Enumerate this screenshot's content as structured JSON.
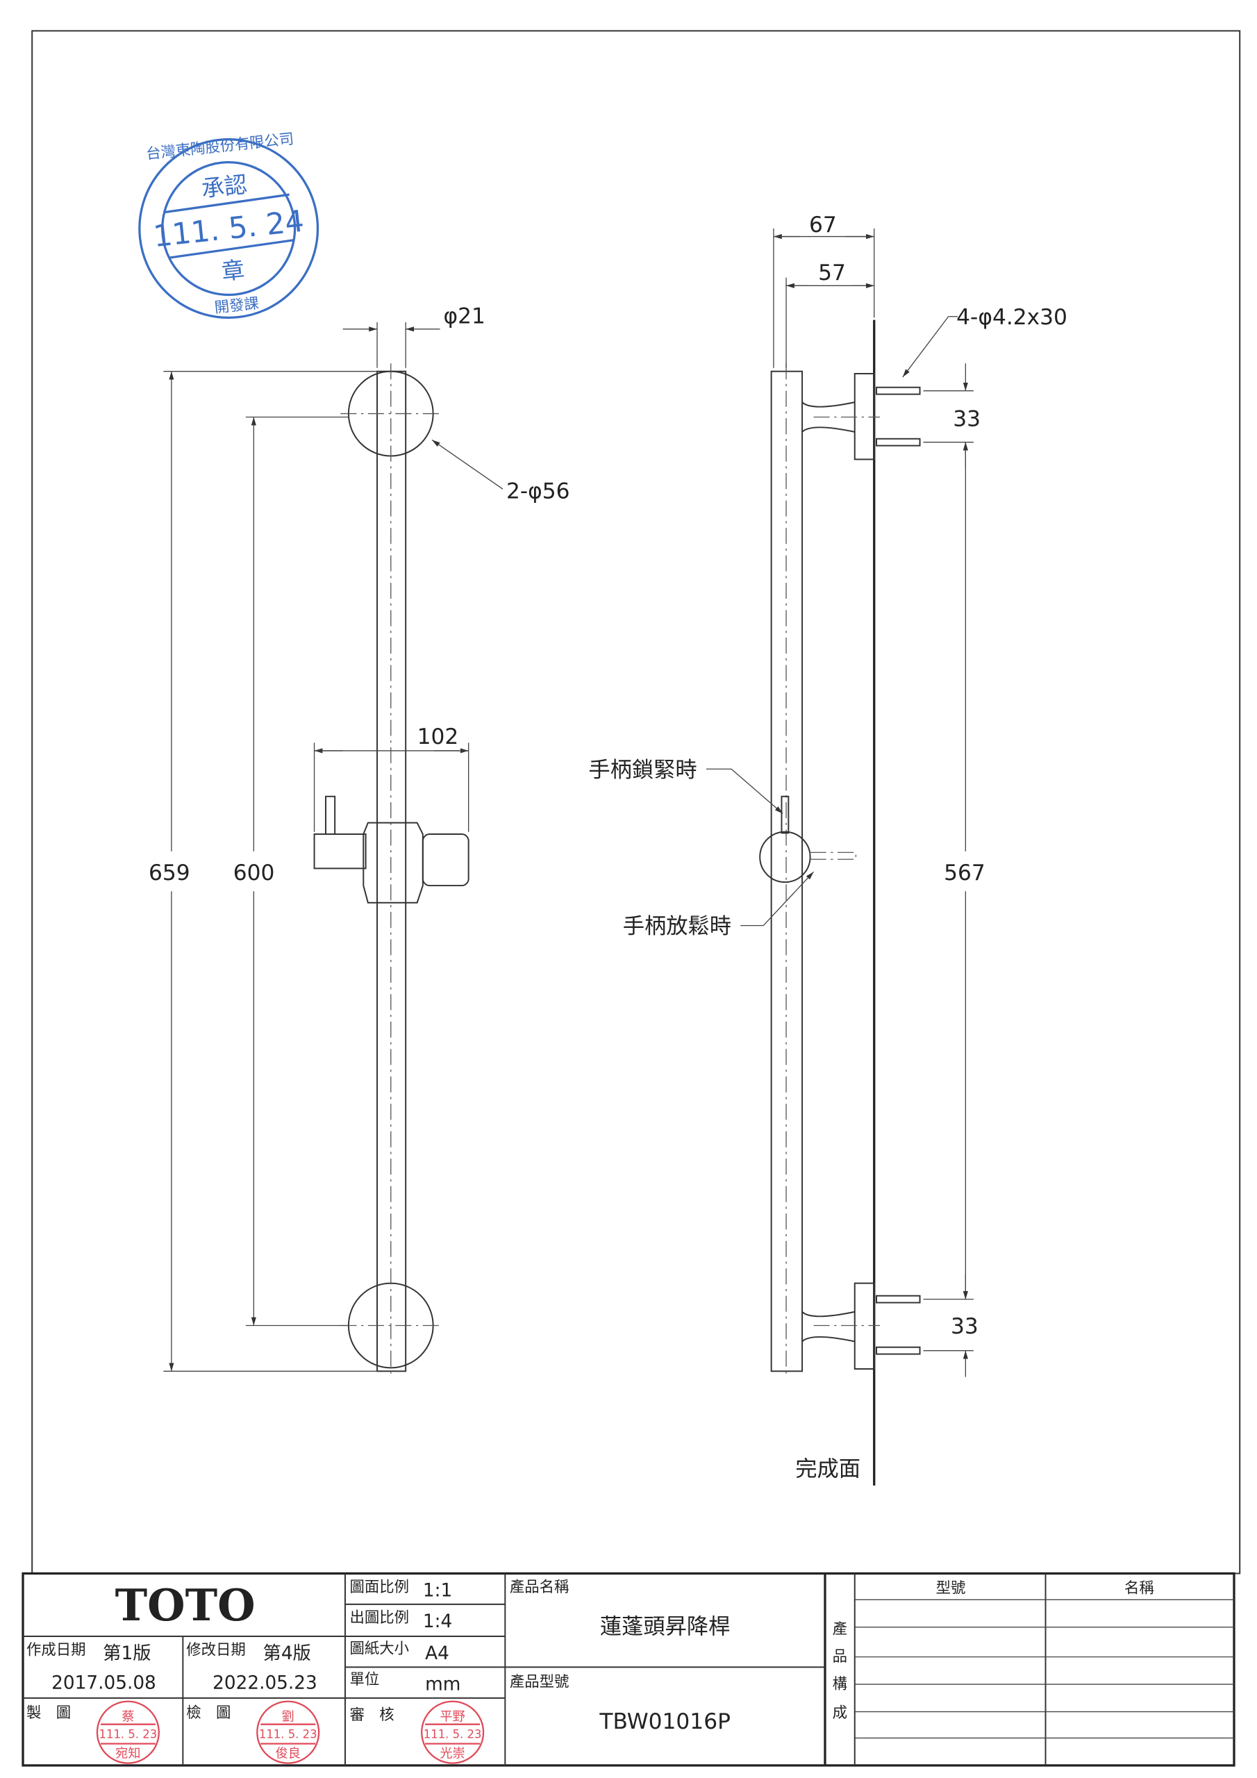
{
  "approval_stamp": {
    "company": "台灣東陶股份有限公司",
    "title": "承認",
    "date": "111. 5. 24",
    "seal": "章",
    "dept": "開發課"
  },
  "dimensions": {
    "rod_diameter": "φ21",
    "flange_diameter": "2-φ56",
    "slider_width": "102",
    "overall_length": "659",
    "mount_spacing": "600",
    "depth_overall": "67",
    "depth_rod": "57",
    "screws": "4-φ4.2x30",
    "screw_spacing_top": "33",
    "screw_spacing_mid": "567",
    "screw_spacing_bottom": "33"
  },
  "annotations": {
    "handle_locked": "手柄鎖緊時",
    "handle_released": "手柄放鬆時",
    "finished_surface": "完成面"
  },
  "title_block": {
    "logo": "TOTO",
    "drawing_scale_label": "圖面比例",
    "drawing_scale": "1:1",
    "print_scale_label": "出圖比例",
    "print_scale": "1:4",
    "paper_size_label": "圖紙大小",
    "paper_size": "A4",
    "unit_label": "單位",
    "unit": "mm",
    "created_label": "作成日期",
    "created_version": "第1版",
    "created_date": "2017.05.08",
    "revised_label": "修改日期",
    "revised_version": "第4版",
    "revised_date": "2022.05.23",
    "drawn_label": "製　圖",
    "checked_label": "檢　圖",
    "reviewed_label": "審　核",
    "product_name_label": "產品名稱",
    "product_name": "蓮蓬頭昇降桿",
    "product_model_label": "產品型號",
    "product_model": "TBW01016P",
    "composition_label": [
      "產",
      "品",
      "構",
      "成"
    ],
    "composition_headers": [
      "型號",
      "名稱"
    ],
    "stamps": [
      {
        "surname": "蔡",
        "date": "111. 5. 23",
        "name": "宛知"
      },
      {
        "surname": "劉",
        "date": "111. 5. 23",
        "name": "俊良"
      },
      {
        "surname": "平野",
        "date": "111. 5. 23",
        "name": "光崇"
      }
    ]
  }
}
